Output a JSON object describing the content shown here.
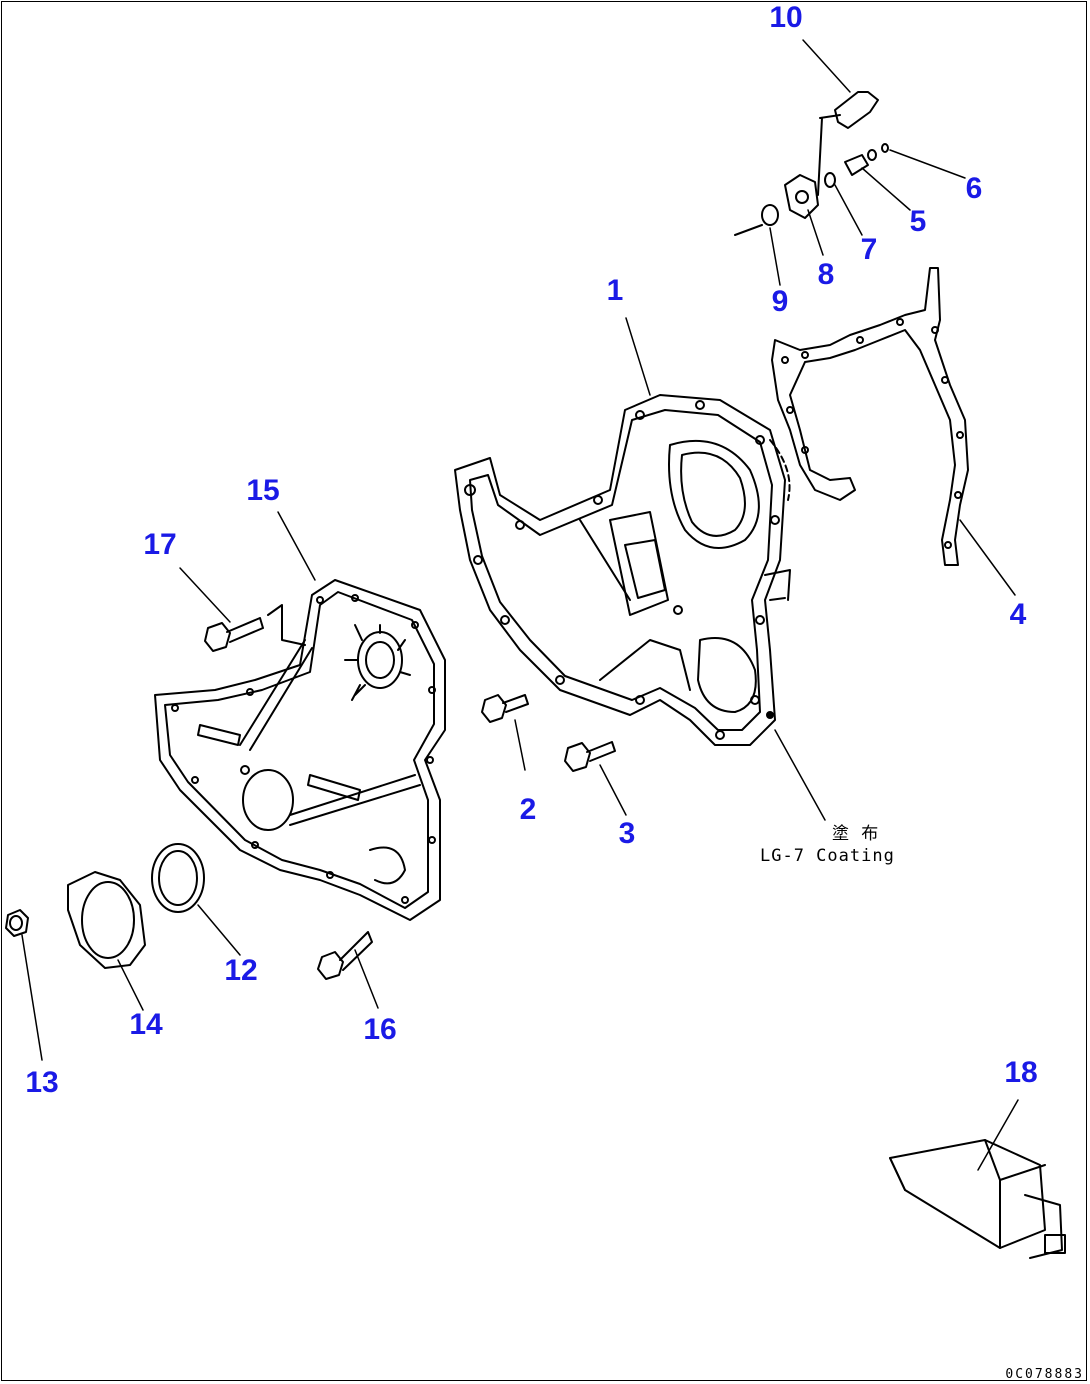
{
  "colors": {
    "callout": "#1a1ae6",
    "line": "#000000"
  },
  "callouts": [
    {
      "id": "1",
      "text": "1"
    },
    {
      "id": "2",
      "text": "2"
    },
    {
      "id": "3",
      "text": "3"
    },
    {
      "id": "4",
      "text": "4"
    },
    {
      "id": "5",
      "text": "5"
    },
    {
      "id": "6",
      "text": "6"
    },
    {
      "id": "7",
      "text": "7"
    },
    {
      "id": "8",
      "text": "8"
    },
    {
      "id": "9",
      "text": "9"
    },
    {
      "id": "10",
      "text": "10"
    },
    {
      "id": "12",
      "text": "12"
    },
    {
      "id": "13",
      "text": "13"
    },
    {
      "id": "14",
      "text": "14"
    },
    {
      "id": "15",
      "text": "15"
    },
    {
      "id": "16",
      "text": "16"
    },
    {
      "id": "17",
      "text": "17"
    },
    {
      "id": "18",
      "text": "18"
    }
  ],
  "note": {
    "line1": "塗 布",
    "line2": "LG-7 Coating"
  },
  "doc_id": "0C078883"
}
